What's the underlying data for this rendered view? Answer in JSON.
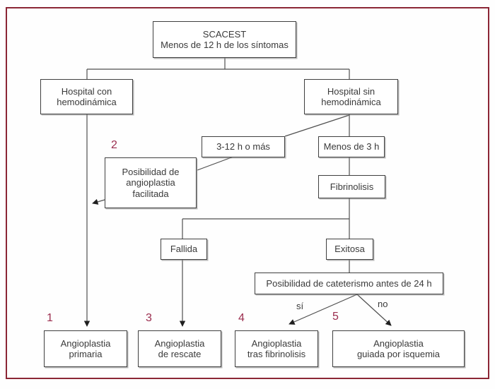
{
  "figure": {
    "frame_border_color": "#8b2635",
    "number_color": "#9b2d4e",
    "line_color": "#4f4f4f",
    "box_background": "#ffffff",
    "box_border_color": "#3f3f3f"
  },
  "nodes": {
    "scacest": "SCACEST\nMenos de 12 h de los síntomas",
    "hospital_con": "Hospital con\nhemodinámica",
    "hospital_sin": "Hospital sin\nhemodinámica",
    "h_3_12": "3-12 h o más",
    "menos_3h": "Menos de 3 h",
    "facilitada": "Posibilidad de\nangioplastia\nfacilitada",
    "fibrinolisis": "Fibrinolisis",
    "fallida": "Fallida",
    "exitosa": "Exitosa",
    "cateterismo": "Posibilidad de cateterismo antes de 24 h",
    "primaria": "Angioplastia\nprimaria",
    "rescate": "Angioplastia\nde rescate",
    "tras_fibrinolisis": "Angioplastia\ntras fibrinolisis",
    "guiada_isquemia": "Angioplastia\nguiada por isquemia"
  },
  "numbers": {
    "n1": "1",
    "n2": "2",
    "n3": "3",
    "n4": "4",
    "n5": "5"
  },
  "branch_labels": {
    "si": "sí",
    "no": "no"
  }
}
